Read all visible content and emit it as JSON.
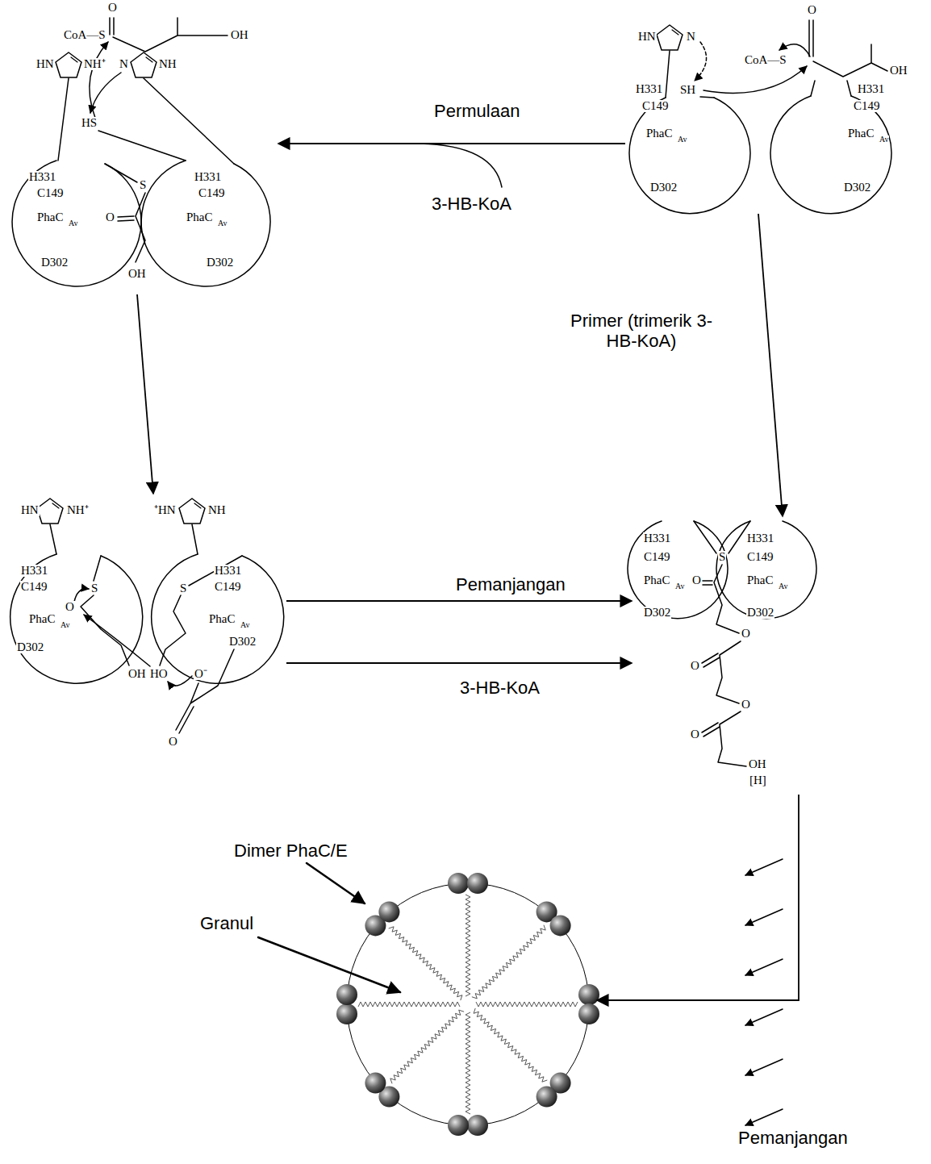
{
  "diagram": {
    "nodes": [
      {
        "text": [
          "O",
          "CoA—S",
          "OH",
          "HN",
          "NH⁺",
          "N",
          "NH",
          "HS",
          "H331",
          "H331",
          "C149",
          "S",
          "C149",
          "O",
          "PhaC",
          "Av",
          "PhaC",
          "Av",
          "D302",
          "D302",
          "OH"
        ]
      },
      {
        "text": [
          "O",
          "HN",
          "N",
          "CoA—S",
          "OH",
          "H331",
          "SH",
          "H331",
          "C149",
          "C149",
          "PhaC",
          "Av",
          "PhaC",
          "Av",
          "D302",
          "D302"
        ]
      },
      {
        "text": [
          "HN",
          "NH⁺",
          "⁺HN",
          "NH",
          "H331",
          "H331",
          "C149",
          "S",
          "S",
          "C149",
          "O",
          "PhaC",
          "Av",
          "PhaC",
          "Av",
          "D302",
          "D302",
          "OH",
          "HO",
          "O⁻",
          "O"
        ]
      },
      {
        "text": [
          "H331",
          "H331",
          "C149",
          "S",
          "C149",
          "O",
          "PhaC",
          "Av",
          "PhaC",
          "Av",
          "D302",
          "D302",
          "O",
          "O",
          "O",
          "O",
          "OH",
          "[H]"
        ]
      },
      {
        "text": [
          "Dimer PhaC/E",
          "Granul"
        ]
      }
    ],
    "edges": [
      {
        "from": 1,
        "to": 0,
        "arrow": "to",
        "label": "Permulaan"
      },
      {
        "from": 0,
        "to": 2,
        "arrow": "to"
      },
      {
        "from": 2,
        "to": 3,
        "arrow": "to",
        "label": "Pemanjangan"
      },
      {
        "from": 2,
        "to": 3,
        "arrow": "to",
        "label": "3-HB-KoA"
      },
      {
        "from": 1,
        "to": 3,
        "arrow": "to",
        "label": "Primer (trimerik 3-HB-KoA)"
      },
      {
        "from": 3,
        "to": 4,
        "arrow": "to",
        "label": "Pemanjangan"
      }
    ],
    "labels": [
      "3-HB-KoA"
    ]
  }
}
